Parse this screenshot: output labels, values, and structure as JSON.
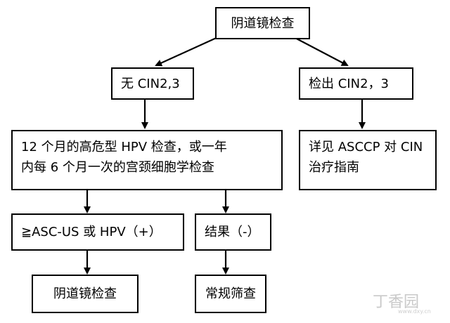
{
  "nodes": {
    "top": "阴道镜检查",
    "no_cin": "无 CIN2,3",
    "cin_detected": "检出 CIN2，3",
    "hpv_check_line1": "12 个月的高危型 HPV 检查，或一年",
    "hpv_check_line2": "内每 6 个月一次的宫颈细胞学检查",
    "asccp_line1": "详见 ASCCP 对 CIN",
    "asccp_line2": "治疗指南",
    "asc_us": "≧ASC-US 或 HPV（+）",
    "result_neg": "结果（-）",
    "colposcopy_again": "阴道镜检查",
    "routine_screening": "常规筛查"
  },
  "watermark": {
    "text": "丁香园",
    "url": "www.dxy.cn"
  }
}
